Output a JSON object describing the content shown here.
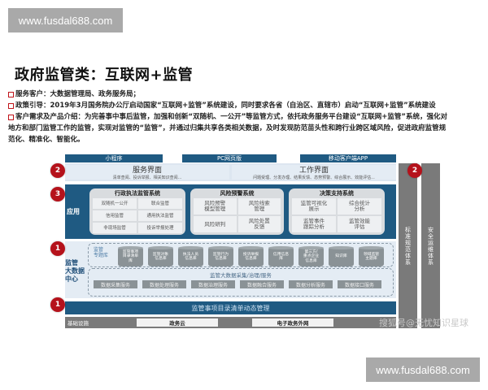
{
  "watermark": {
    "top": "www.fusdal688.com",
    "bottom": "www.fusdal688.com"
  },
  "title": "政府监管类：互联网+监管",
  "bullets": [
    {
      "text": "服务客户：大数据管理局、政务服务局；"
    },
    {
      "text": "政策引导：2019年3月国务院办公厅启动国家“互联网+监管”系统建设，同时要求各省（自治区、直辖市）启动“互联网+监管”系统建设"
    },
    {
      "text": "客户需求及产品介绍：为完善事中事后监管，加强和创新“双随机、一公开”等监管方式，依托政务服务平台建设“互联网+监管”系统，强化对",
      "cont": [
        "地方和部门监管工作的监管，实现对监管的“监管”，并通过归集共享各类相关数据，及时发现防范苗头性和跨行业跨区域风险，促进政府监管规",
        "范化、精准化、智能化。"
      ]
    }
  ],
  "diagram": {
    "channels": [
      "小程序",
      "PC网页版",
      "移动客户端APP"
    ],
    "interfaces": [
      {
        "title": "服务界面",
        "sub": "清单查阅、投诉举报、相关知识查阅..."
      },
      {
        "title": "工作界面",
        "sub": "问题受理、分发办理、结果反馈、态势预警、综合展示、效能评估..."
      }
    ],
    "application": {
      "label": "应用",
      "systems": [
        {
          "title": "行政执法监管系统",
          "items": [
            "双随机一公开",
            "联合监管",
            "信用监管",
            "通用执法监管",
            "非现场监管",
            "投诉举报处理"
          ]
        },
        {
          "title": "风险预警系统",
          "items": [
            "风险预警\n模型管理",
            "风险线索\n管理",
            "风险研判",
            "风险处置\n反馈"
          ]
        },
        {
          "title": "决策支持系统",
          "items": [
            "监管可视化\n展示",
            "综合统计\n分析",
            "监管事件\n跟踪分析",
            "监管效能\n评估"
          ]
        }
      ]
    },
    "data_center": {
      "label": "监管\n大数据\n中心",
      "topic_label": "监管\n专题库",
      "topics": [
        "监管事项\n目录清单\n库",
        "监管对象\n信息库",
        "执法人员\n信息库",
        "监管行为\n信息库",
        "投诉举报\n信息库",
        "信用信息\n库",
        "第三方/\n重点企业\n信息库",
        "知识库",
        "领域监管\n主题库"
      ],
      "service_title": "监管大数据采集/治理/服务",
      "services": [
        "数据采集服务",
        "数据处理服务",
        "数据治理服务",
        "数据融合服务",
        "数据分析服务",
        "数据接口服务"
      ]
    },
    "list_management": "监管事项目录清单动态管理",
    "infrastructure": {
      "label": "基础设施",
      "items": [
        "政务云",
        "电子政务外网"
      ]
    },
    "side_bars": [
      "标准规范体系",
      "安全运维体系"
    ],
    "badges": [
      "2",
      "3",
      "1",
      "1",
      "2"
    ]
  },
  "credit": "搜狐号@无忧知识星球",
  "colors": {
    "accent_blue": "#1f5a82",
    "badge_red": "#b5121b",
    "gray": "#7a7a7a",
    "light_blue": "#e4ecf4"
  }
}
